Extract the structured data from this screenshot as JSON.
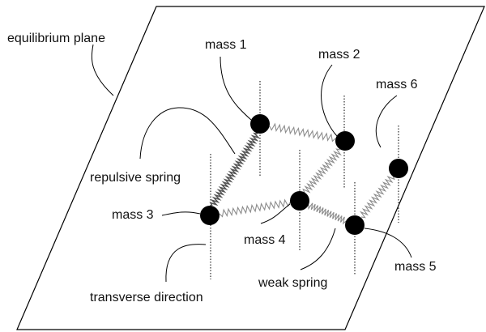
{
  "diagram": {
    "labels": {
      "equilibrium_plane": "equilibrium plane",
      "mass1": "mass 1",
      "mass2": "mass 2",
      "mass3": "mass 3",
      "mass4": "mass 4",
      "mass5": "mass 5",
      "mass6": "mass 6",
      "repulsive_spring": "repulsive spring",
      "weak_spring": "weak spring",
      "transverse_direction": "transverse direction"
    }
  }
}
